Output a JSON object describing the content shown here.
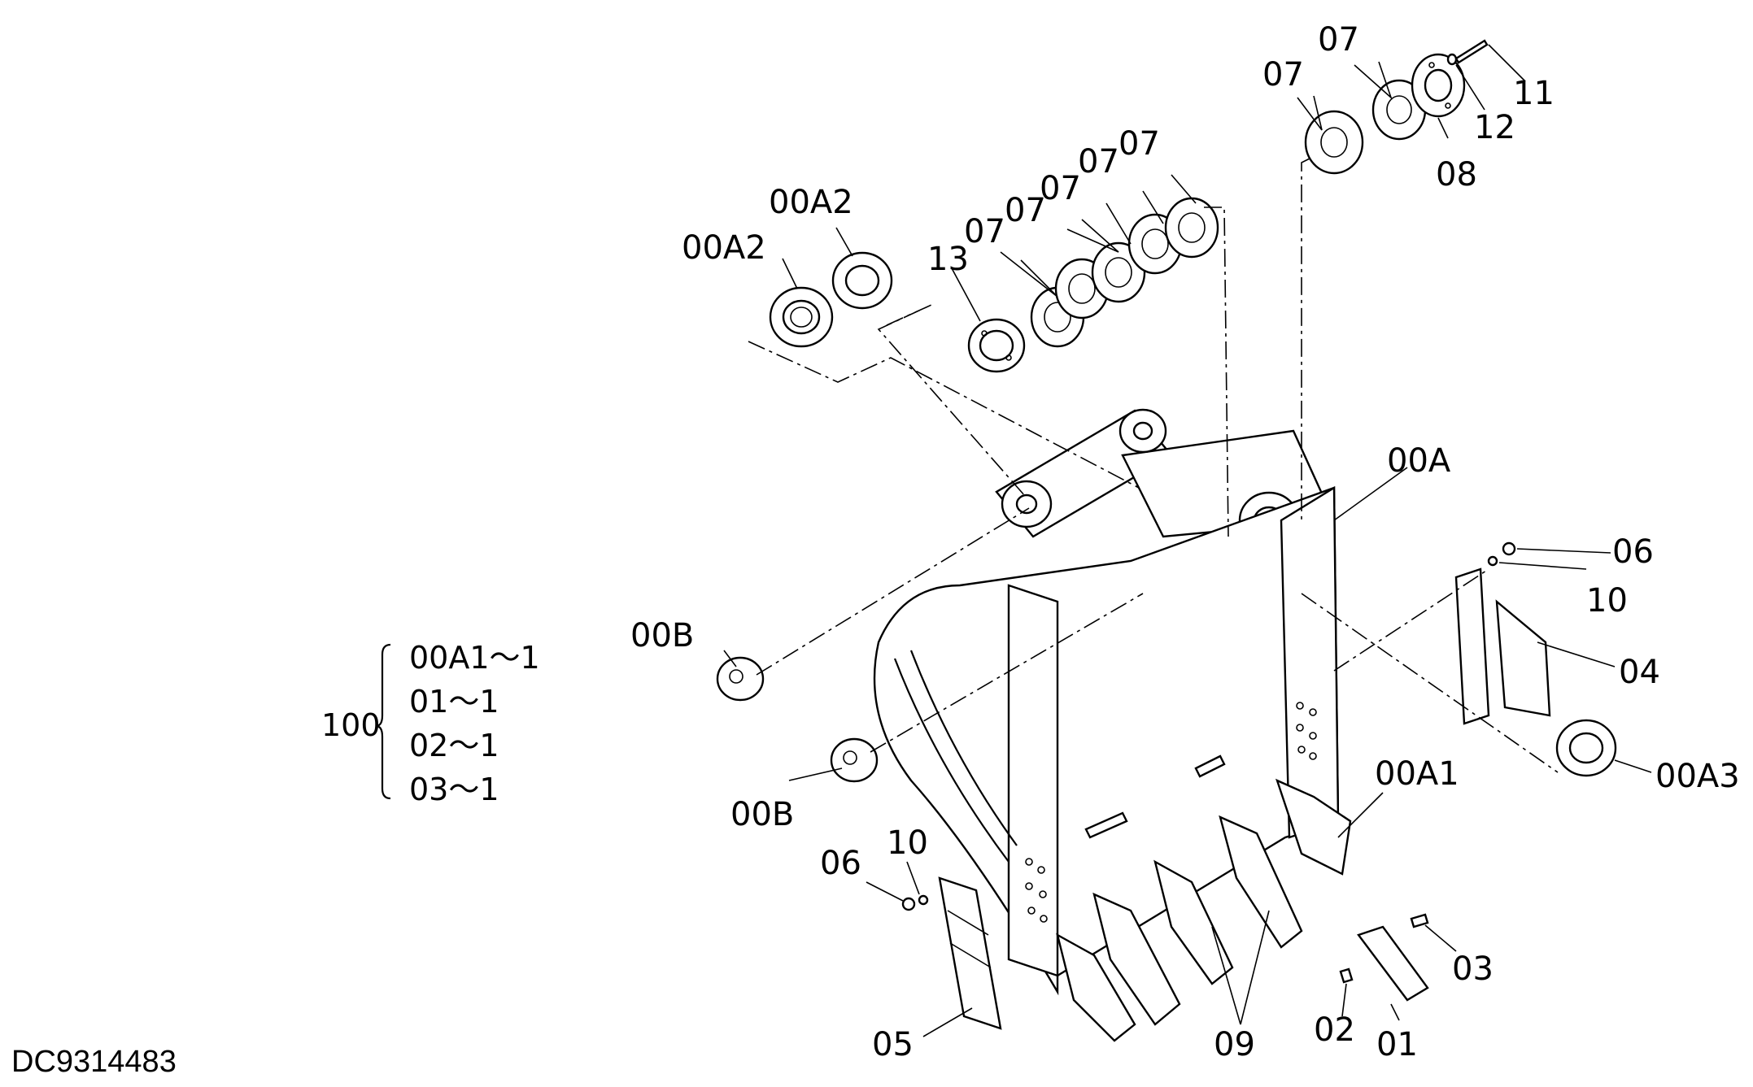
{
  "drawing_id": "DC9314483",
  "assembly_note": {
    "parent": "100",
    "items": [
      "00A1～1",
      "01～1",
      "02～1",
      "03～1"
    ]
  },
  "callouts": {
    "p07_a": "07",
    "p07_b": "07",
    "p11": "11",
    "p12": "12",
    "p08": "08",
    "p00A2_a": "00A2",
    "p00A2_b": "00A2",
    "p13": "13",
    "p07_c": "07",
    "p07_d": "07",
    "p07_e": "07",
    "p07_f": "07",
    "p07_g": "07",
    "p00A": "00A",
    "p06_r": "06",
    "p10_r": "10",
    "p04": "04",
    "p00B_a": "00B",
    "p00A3": "00A3",
    "p00B_b": "00B",
    "p00A1": "00A1",
    "p06_l": "06",
    "p10_l": "10",
    "p03": "03",
    "p05": "05",
    "p09": "09",
    "p02": "02",
    "p01": "01"
  }
}
